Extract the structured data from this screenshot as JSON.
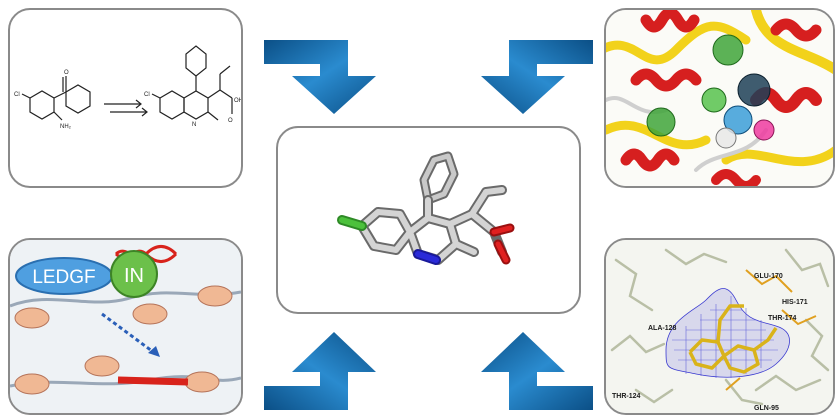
{
  "integration_panel": {
    "ledgf_label": "LEDGF",
    "in_label": "IN"
  },
  "density_panel": {
    "residues": [
      "GLU-170",
      "HIS-171",
      "THR-174",
      "ALA-128",
      "THR-124",
      "GLN-95"
    ]
  },
  "colors": {
    "arrow_blue": "#1d6fa8",
    "ledgf_blue": "#4f9fe0",
    "in_green": "#6cc04a",
    "dna_red": "#d8231b",
    "chlorine_green": "#4cc13c",
    "nitrogen_blue": "#2a2ad8",
    "oxygen_red": "#e02020",
    "helix_red": "#d61f1f",
    "strand_yellow": "#f2d21b"
  }
}
